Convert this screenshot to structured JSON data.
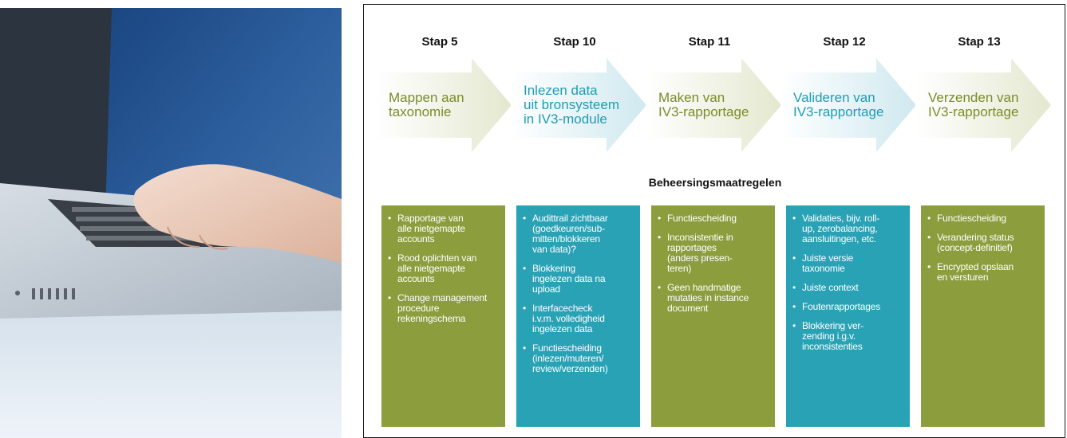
{
  "heading": "Beheersingsmaatregelen",
  "steps": [
    {
      "title": "Stap 5",
      "arrow_text": "Mappen aan\ntaxonomie",
      "measures": [
        "Rapportage van\nalle nietgemapte\naccounts",
        "Rood oplichten van\nalle nietgemapte\naccounts",
        "Change management\nprocedure\nrekeningschema"
      ]
    },
    {
      "title": "Stap 10",
      "arrow_text": "Inlezen data\nuit bronsysteem\nin IV3-module",
      "measures": [
        "Audittrail zichtbaar\n(goedkeuren/sub-\nmitten/blokkeren\nvan data)?",
        "Blokkering\ningelezen data na\nupload",
        "Interfacecheck\ni.v.m. volledigheid\ningelezen data",
        "Functiescheiding\n(inlezen/muteren/\nreview/verzenden)"
      ]
    },
    {
      "title": "Stap 11",
      "arrow_text": "Maken van\nIV3-rapportage",
      "measures": [
        "Functiescheiding",
        "Inconsistentie in\nrapportages\n(anders presen-\nteren)",
        "Geen handmatige\nmutaties in instance\ndocument"
      ]
    },
    {
      "title": "Stap 12",
      "arrow_text": "Valideren van\nIV3-rapportage",
      "measures": [
        "Validaties, bijv. roll-\nup, zerobalancing,\naansluitingen, etc.",
        "Juiste versie\ntaxonomie",
        "Juiste context",
        "Foutenrapportages",
        "Blokkering ver-\nzending i.g.v.\ninconsistenties"
      ]
    },
    {
      "title": "Stap 13",
      "arrow_text": "Verzenden van\nIV3-rapportage",
      "measures": [
        "Functiescheiding",
        "Verandering status\n(concept-definitief)",
        "Encrypted opslaan\nen versturen"
      ]
    }
  ],
  "colors": {
    "green": "#8b9d3d",
    "blue": "#2aa2b6",
    "green_text": "#7a8c2a",
    "blue_text": "#1f9cb5"
  }
}
